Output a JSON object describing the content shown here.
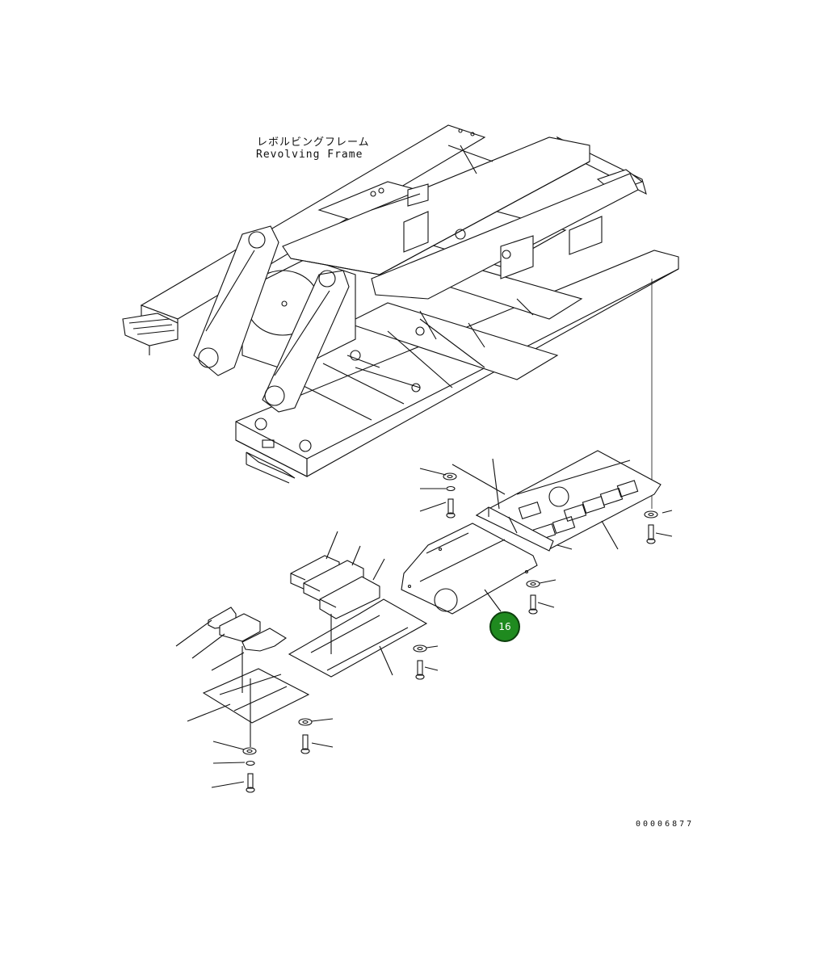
{
  "title": {
    "japanese": "レボルビングフレーム",
    "english": "Revolving Frame"
  },
  "drawing_number": "00006877",
  "highlighted_part": {
    "number": "16",
    "color": "#1f8a1f"
  }
}
